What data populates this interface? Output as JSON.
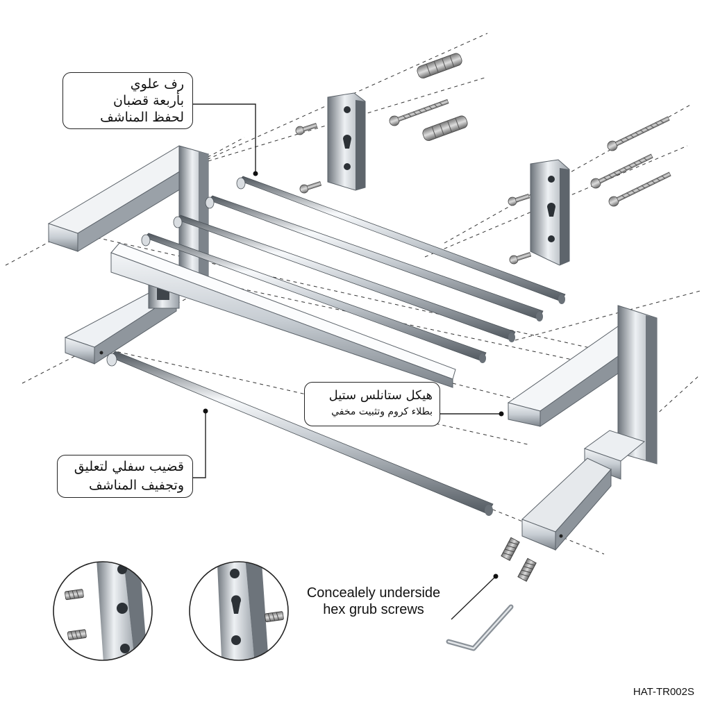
{
  "callouts": {
    "top_shelf": [
      "رف علوي",
      "بأربعة قضبان",
      "لحفظ المناشف"
    ],
    "frame": [
      "هيكل ستانلس ستيل",
      "بطلاء كروم وتثبيت مخفي"
    ],
    "bottom_bar": [
      "قضيب سفلي لتعليق",
      "وتجفيف المناشف"
    ],
    "screws": [
      "Concealely underside",
      "hex grub screws"
    ]
  },
  "model_code": "HAT-TR002S",
  "colors": {
    "chrome_light": "#f4f6f8",
    "chrome_mid": "#b8bec5",
    "chrome_dark": "#5f666e",
    "line": "#333333"
  }
}
